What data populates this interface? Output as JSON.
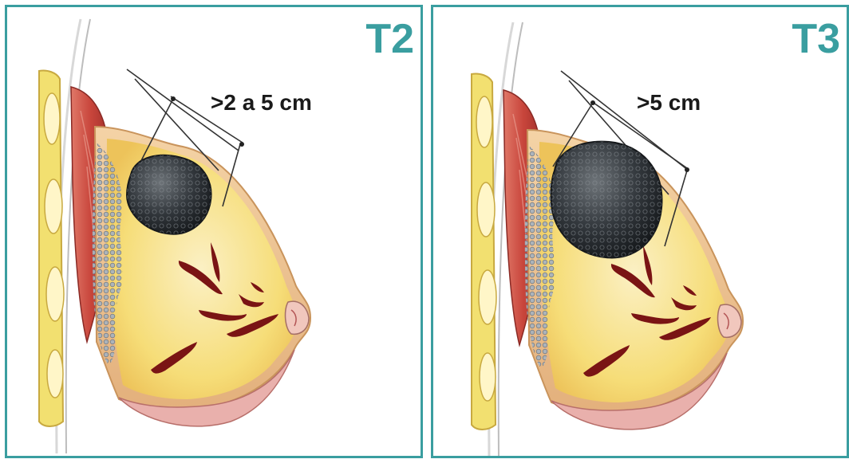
{
  "panels": [
    {
      "stage": "T2",
      "size_label": ">2 a 5 cm"
    },
    {
      "stage": "T3",
      "size_label": ">5 cm"
    }
  ],
  "colors": {
    "border": "#3a9ea0",
    "stage_label": "#3a9ea0",
    "skin": "#e9c08c",
    "fat": "#f6dd78",
    "muscle": "#c8453b",
    "rib": "#f2e070",
    "gland": "#8f9aa6",
    "duct": "#7a1414",
    "tumor": "#2b2f33",
    "areola": "#e9b0ac"
  },
  "icons": [
    "breast-anatomy-illustration",
    "tumor-illustration"
  ]
}
